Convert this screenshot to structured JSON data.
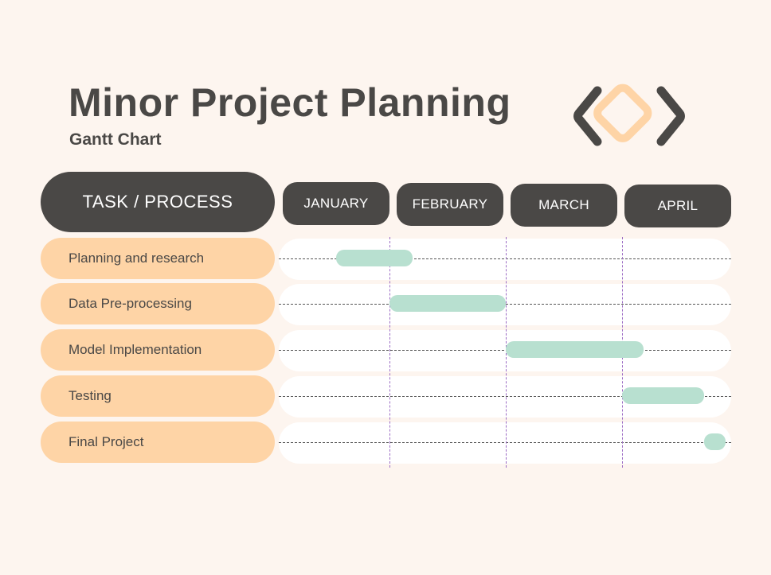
{
  "header": {
    "title": "Minor Project Planning",
    "subtitle": "Gantt Chart"
  },
  "logo": {
    "name": "diamond-chevron-logo",
    "colors": [
      "#4a4846",
      "#fed4a6"
    ]
  },
  "chart_data": {
    "type": "gantt",
    "task_header": "TASK / PROCESS",
    "months": [
      "JANUARY",
      "FEBRUARY",
      "MARCH",
      "APRIL"
    ],
    "tasks": [
      {
        "name": "Planning and research",
        "start": 0.52,
        "end": 1.2
      },
      {
        "name": "Data Pre-processing",
        "start": 1.0,
        "end": 2.0
      },
      {
        "name": "Model Implementation",
        "start": 2.0,
        "end": 3.2
      },
      {
        "name": "Testing",
        "start": 3.0,
        "end": 3.75
      },
      {
        "name": "Final Project",
        "start": 3.75,
        "end": 3.95
      }
    ],
    "colors": {
      "header": "#4a4846",
      "task": "#fed4a6",
      "bar": "#b8e0d0",
      "track": "#ffffff",
      "divider": "#9b6bc4"
    }
  }
}
